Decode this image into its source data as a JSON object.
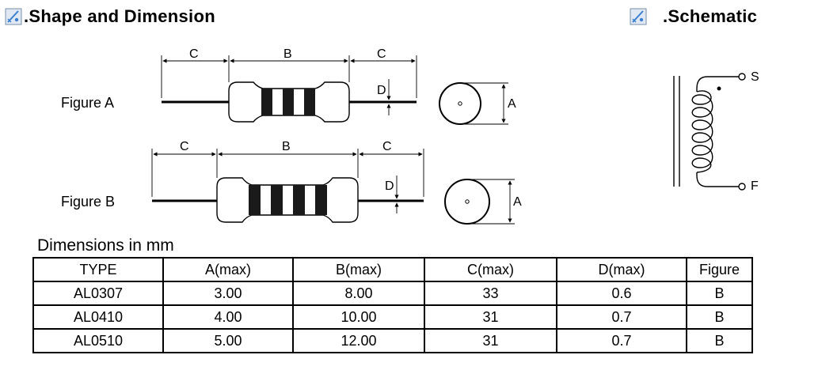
{
  "shape_section": {
    "title": ".Shape and Dimension",
    "icon": "image-placeholder-icon"
  },
  "schematic_section": {
    "title": ".Schematic",
    "icon": "image-placeholder-icon"
  },
  "figures": {
    "figure_a_label": "Figure A",
    "figure_b_label": "Figure B",
    "dim_c": "C",
    "dim_b": "B",
    "dim_d": "D",
    "dim_a": "A"
  },
  "schematic": {
    "start_label": "S",
    "finish_label": "F"
  },
  "dimensions": {
    "title": "Dimensions in mm",
    "columns": [
      "TYPE",
      "A(max)",
      "B(max)",
      "C(max)",
      "D(max)",
      "Figure"
    ],
    "rows": [
      [
        "AL0307",
        "3.00",
        "8.00",
        "33",
        "0.6",
        "B"
      ],
      [
        "AL0410",
        "4.00",
        "10.00",
        "31",
        "0.7",
        "B"
      ],
      [
        "AL0510",
        "5.00",
        "12.00",
        "31",
        "0.7",
        "B"
      ]
    ]
  },
  "colors": {
    "band": "#1a1a1a",
    "line": "#000000",
    "icon_blue": "#3a7fd0"
  }
}
